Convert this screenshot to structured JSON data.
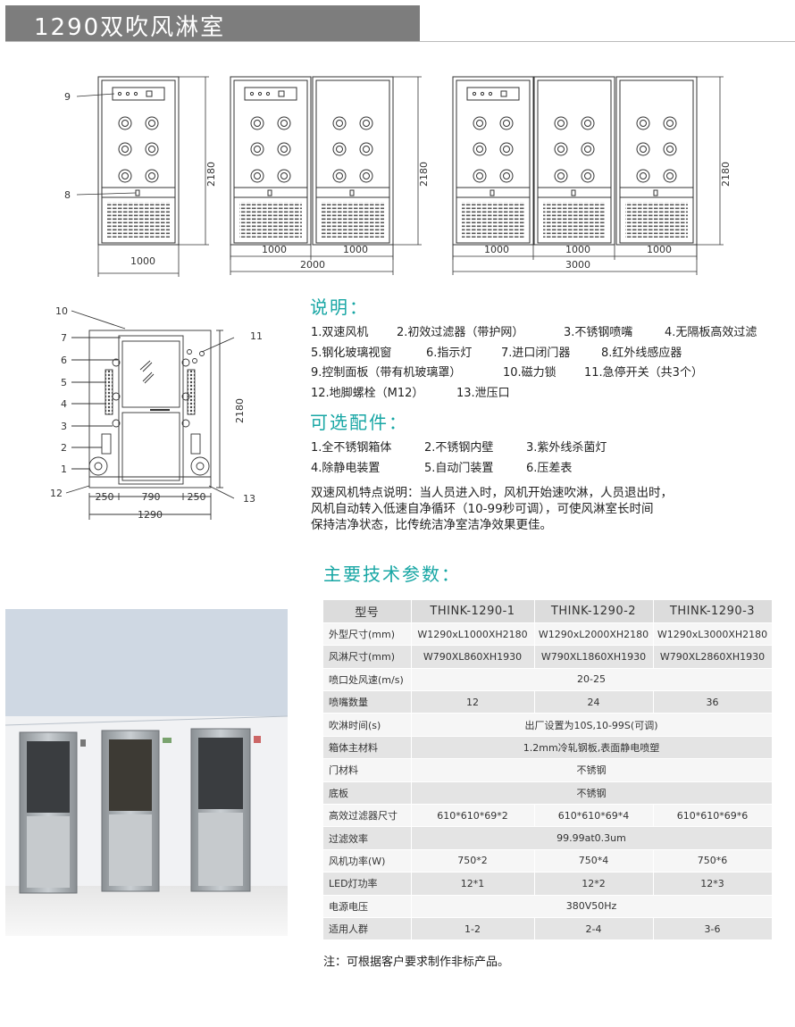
{
  "title": "1290双吹风淋室",
  "dim_drawings": {
    "height_label": "2180",
    "unit1": {
      "width": "1000",
      "panel_label_top": "9",
      "panel_label_bottom": "8"
    },
    "unit2": {
      "sub1": "1000",
      "sub2": "1000",
      "total": "2000"
    },
    "unit3": {
      "sub1": "1000",
      "sub2": "1000",
      "sub3": "1000",
      "total": "3000"
    }
  },
  "section_drawing": {
    "callouts": [
      "10",
      "7",
      "6",
      "5",
      "4",
      "3",
      "2",
      "1",
      "12"
    ],
    "callouts_right": [
      "11",
      "13"
    ],
    "height": "2180",
    "widths": [
      "250",
      "790",
      "250"
    ],
    "total_width": "1290"
  },
  "description": {
    "heading": "说明：",
    "lines": [
      [
        "1.双速风机",
        "2.初效过滤器（带护网）",
        "3.不锈钢喷嘴",
        "4.无隔板高效过滤"
      ],
      [
        "5.钢化玻璃视窗",
        "6.指示灯",
        "7.进口闭门器",
        "8.红外线感应器"
      ],
      [
        "9.控制面板（带有机玻璃罩）",
        "10.磁力锁",
        "11.急停开关（共3个）"
      ],
      [
        "12.地脚螺栓（M12）",
        "13.泄压口"
      ]
    ]
  },
  "options": {
    "heading": "可选配件：",
    "lines": [
      [
        "1.全不锈钢箱体",
        "2.不锈钢内壁",
        "3.紫外线杀菌灯"
      ],
      [
        "4.除静电装置",
        "5.自动门装置",
        "6.压差表"
      ]
    ]
  },
  "feature": {
    "lines": [
      "双速风机特点说明：当人员进入时，风机开始速吹淋，人员退出时，",
      "风机自动转入低速自净循环（10-99秒可调），可使风淋室长时间",
      "保持洁净状态，比传统洁净室洁净效果更佳。"
    ]
  },
  "params": {
    "heading": "主要技术参数：",
    "header": [
      "型号",
      "THINK-1290-1",
      "THINK-1290-2",
      "THINK-1290-3"
    ],
    "rows": [
      {
        "label": "外型尺寸(mm)",
        "cells": [
          "W1290xL1000XH2180",
          "W1290xL2000XH2180",
          "W1290xL3000XH2180"
        ]
      },
      {
        "label": "风淋尺寸(mm)",
        "cells": [
          "W790XL860XH1930",
          "W790XL1860XH1930",
          "W790XL2860XH1930"
        ]
      },
      {
        "label": "喷口处风速(m/s)",
        "span": "20-25"
      },
      {
        "label": "喷嘴数量",
        "cells": [
          "12",
          "24",
          "36"
        ]
      },
      {
        "label": "吹淋时间(s)",
        "span": "出厂设置为10S,10-99S(可调)"
      },
      {
        "label": "箱体主材料",
        "span": "1.2mm冷轧钢板,表面静电喷塑"
      },
      {
        "label": "门材料",
        "span": "不锈钢"
      },
      {
        "label": "底板",
        "span": "不锈钢"
      },
      {
        "label": "高效过滤器尺寸",
        "cells": [
          "610*610*69*2",
          "610*610*69*4",
          "610*610*69*6"
        ]
      },
      {
        "label": "过滤效率",
        "span": "99.99at0.3um"
      },
      {
        "label": "风机功率(W)",
        "cells": [
          "750*2",
          "750*4",
          "750*6"
        ]
      },
      {
        "label": "LED灯功率",
        "cells": [
          "12*1",
          "12*2",
          "12*3"
        ]
      },
      {
        "label": "电源电压",
        "span": "380V50Hz"
      },
      {
        "label": "适用人群",
        "cells": [
          "1-2",
          "2-4",
          "3-6"
        ]
      }
    ],
    "note": "注：可根据客户要求制作非标产品。"
  },
  "colors": {
    "accent": "#17a6a4",
    "title_bg": "#7d7d7d"
  }
}
